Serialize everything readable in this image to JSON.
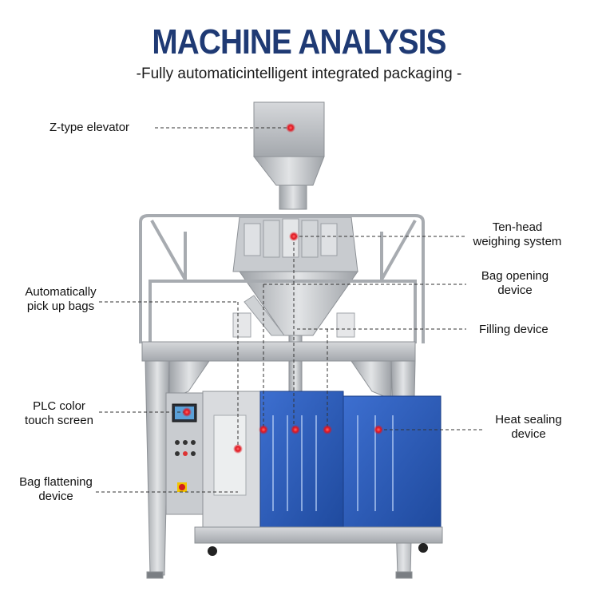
{
  "header": {
    "title": "MACHINE ANALYSIS",
    "subtitle": "-Fully automaticintelligent integrated packaging -"
  },
  "callouts": {
    "z_elevator": "Z-type elevator",
    "ten_head_1": "Ten-head",
    "ten_head_2": "weighing system",
    "bag_opening_1": "Bag opening",
    "bag_opening_2": "device",
    "pick_up_1": "Automatically",
    "pick_up_2": "pick up bags",
    "filling": "Filling device",
    "plc_1": "PLC color",
    "plc_2": "touch screen",
    "heat_1": "Heat sealing",
    "heat_2": "device",
    "flatten_1": "Bag flattening",
    "flatten_2": "device"
  },
  "colors": {
    "title": "#1f3a74",
    "marker": "#e0141e",
    "steel": "#b9bcc0",
    "panel_blue": "#2f5fb8"
  }
}
